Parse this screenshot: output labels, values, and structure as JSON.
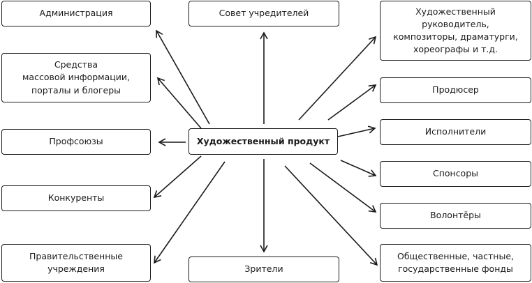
{
  "center": {
    "label": "Художественный продукт"
  },
  "nodes": {
    "administration": "Администрация",
    "founders_council": "Совет учредителей",
    "artistic_director": "Художественный\nруководитель,\nкомпозиторы, драматурги,\nхореографы и т.д.",
    "media": "Средства\nмассовой информации,\nпорталы и блогеры",
    "producer": "Продюсер",
    "performers": "Исполнители",
    "trade_unions": "Профсоюзы",
    "sponsors": "Спонсоры",
    "competitors": "Конкуренты",
    "volunteers": "Волонтёры",
    "government": "Правительственные\nучреждения",
    "audience": "Зрители",
    "funds": "Общественные, частные,\nгосударственные фонды"
  },
  "colors": {
    "stroke": "#1a1a1a",
    "background": "#ffffff"
  }
}
